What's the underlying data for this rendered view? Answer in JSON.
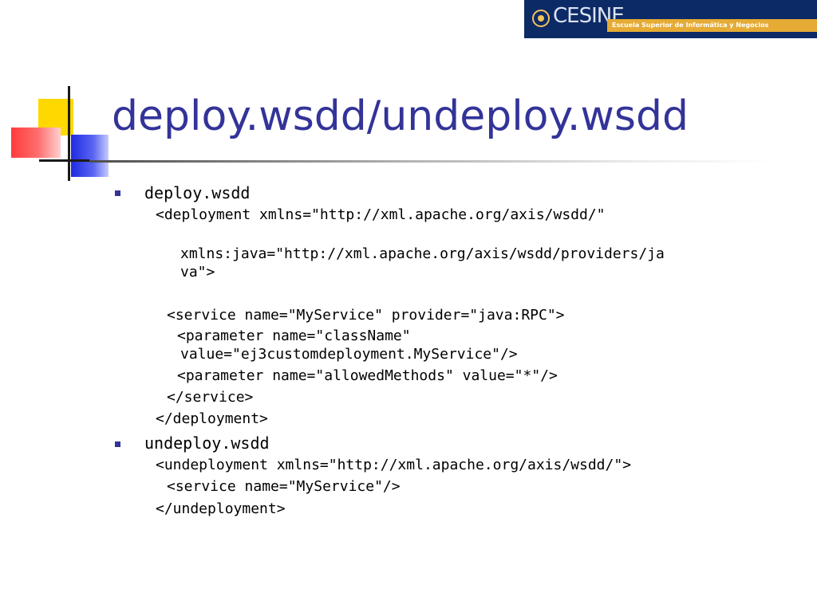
{
  "header": {
    "logo_name": "CESINE",
    "logo_tagline": "Escuela Superior de Informática y Negocios"
  },
  "slide": {
    "title": "deploy.wsdd/undeploy.wsdd"
  },
  "content": {
    "deploy": {
      "heading": "deploy.wsdd",
      "lines": [
        "<deployment xmlns=\"http://xml.apache.org/axis/wsdd/\"",
        "xmlns:java=\"http://xml.apache.org/axis/wsdd/providers/ja",
        "va\">",
        "<service name=\"MyService\" provider=\"java:RPC\">",
        "<parameter name=\"className\"",
        "value=\"ej3customdeployment.MyService\"/>",
        "<parameter name=\"allowedMethods\" value=\"*\"/>",
        "</service>",
        "</deployment>"
      ]
    },
    "undeploy": {
      "heading": "undeploy.wsdd",
      "lines": [
        "<undeployment xmlns=\"http://xml.apache.org/axis/wsdd/\">",
        "<service name=\"MyService\"/>",
        "</undeployment>"
      ]
    }
  }
}
